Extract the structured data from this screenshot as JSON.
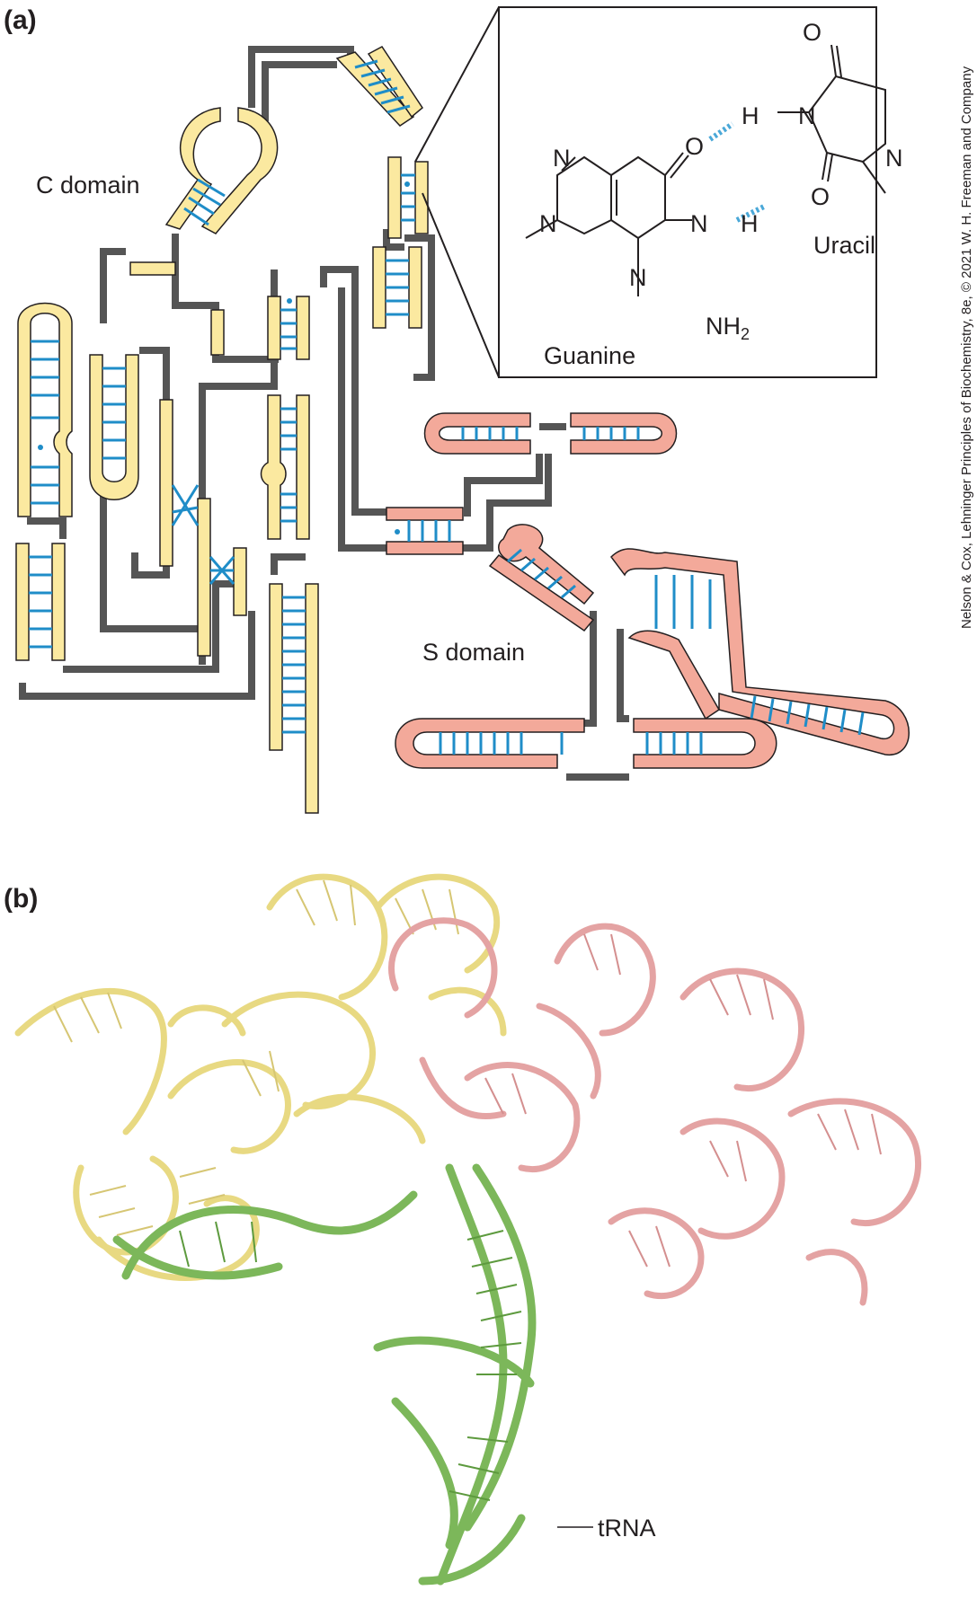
{
  "panel_a": {
    "label": "(a)",
    "c_domain_label": "C domain",
    "s_domain_label": "S domain",
    "inset": {
      "guanine_label": "Guanine",
      "uracil_label": "Uracil",
      "atoms": {
        "o_top": "O",
        "o_guanine": "O",
        "o_uracil": "O",
        "h_top": "H",
        "n_top": "N",
        "n_imid_top": "N",
        "n_imid_left": "N",
        "n_left": "N",
        "n_right": "N",
        "h_mid": "H",
        "n_ring_bottom": "N",
        "nh2": "NH",
        "nh2_sub": "2",
        "n_uracil_right": "N"
      }
    }
  },
  "panel_b": {
    "label": "(b)",
    "trna_label": "tRNA"
  },
  "credit": "Nelson & Cox, Lehninger Principles of Biochemistry, 8e, © 2021 W. H. Freeman and Company",
  "colors": {
    "c_domain": "#fbe9a0",
    "s_domain": "#f3a99a",
    "trna": "#7cb75a",
    "base_pair": "#1f8dc8"
  }
}
